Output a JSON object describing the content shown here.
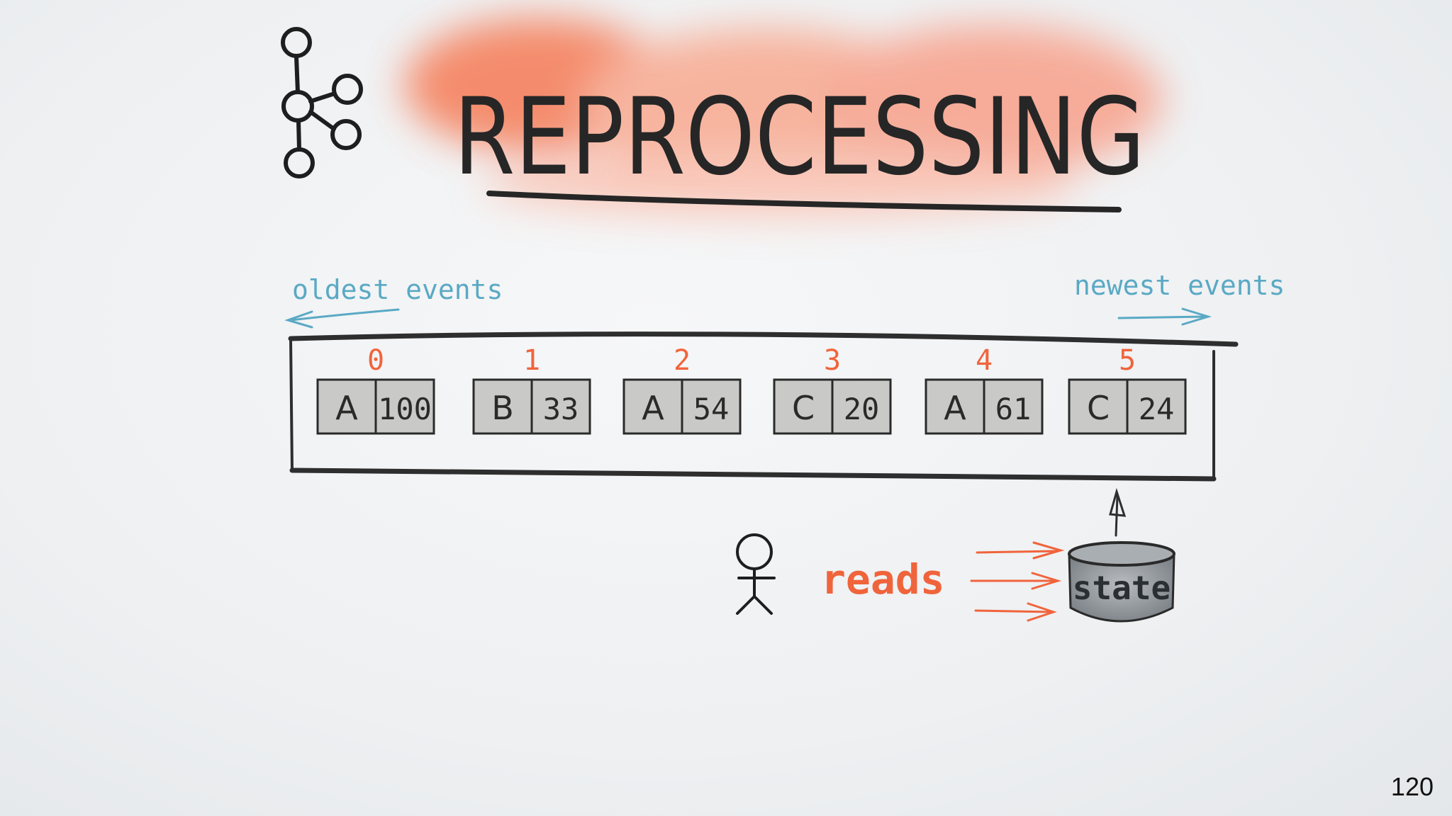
{
  "slide": {
    "title": "REPROCESSING",
    "page_number": "120"
  },
  "log": {
    "oldest_label": "oldest events",
    "newest_label": "newest events",
    "events": [
      {
        "offset": "0",
        "key": "A",
        "value": "100"
      },
      {
        "offset": "1",
        "key": "B",
        "value": "33"
      },
      {
        "offset": "2",
        "key": "A",
        "value": "54"
      },
      {
        "offset": "3",
        "key": "C",
        "value": "20"
      },
      {
        "offset": "4",
        "key": "A",
        "value": "61"
      },
      {
        "offset": "5",
        "key": "C",
        "value": "24"
      }
    ]
  },
  "consumer": {
    "action_label": "reads",
    "store_label": "state"
  },
  "colors": {
    "accent": "#f0643c",
    "blue": "#5aa9c4",
    "ink": "#2a2a2a",
    "cell": "#c9c9c7"
  }
}
